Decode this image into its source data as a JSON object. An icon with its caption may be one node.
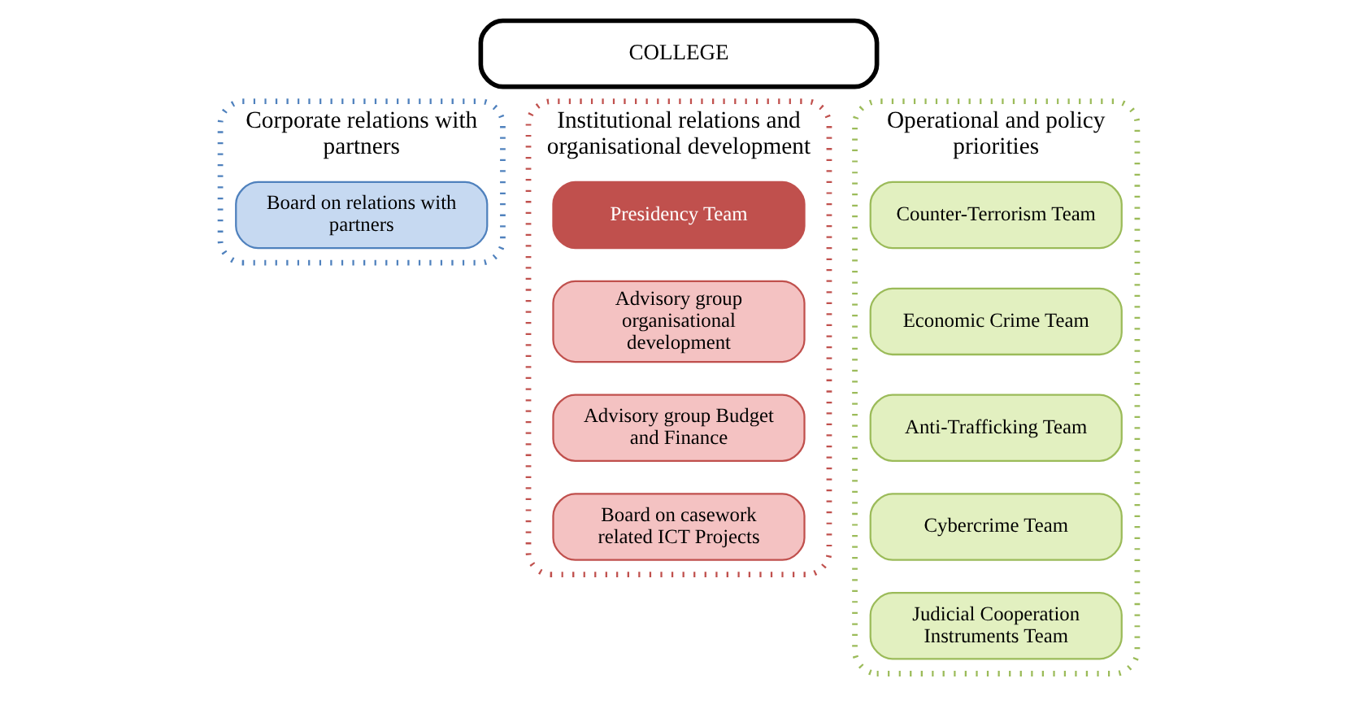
{
  "diagram": {
    "nodes": [
      {
        "text": [
          "COLLEGE"
        ]
      },
      {
        "text": [
          "Corporate relations with partners"
        ]
      },
      {
        "text": [
          "Board on relations with partners"
        ],
        "in": 1
      },
      {
        "text": [
          "Institutional relations and organisational development"
        ]
      },
      {
        "text": [
          "Presidency Team"
        ],
        "in": 3
      },
      {
        "text": [
          "Advisory group organisational development"
        ],
        "in": 3
      },
      {
        "text": [
          "Advisory group Budget and Finance"
        ],
        "in": 3
      },
      {
        "text": [
          "Board on casework related ICT Projects"
        ],
        "in": 3
      },
      {
        "text": [
          "Operational and policy priorities"
        ]
      },
      {
        "text": [
          "Counter-Terrorism Team"
        ],
        "in": 8
      },
      {
        "text": [
          "Economic Crime Team"
        ],
        "in": 8
      },
      {
        "text": [
          "Anti-Trafficking Team"
        ],
        "in": 8
      },
      {
        "text": [
          "Cybercrime Team"
        ],
        "in": 8
      },
      {
        "text": [
          "Judicial Cooperation Instruments Team"
        ],
        "in": 8
      }
    ]
  }
}
